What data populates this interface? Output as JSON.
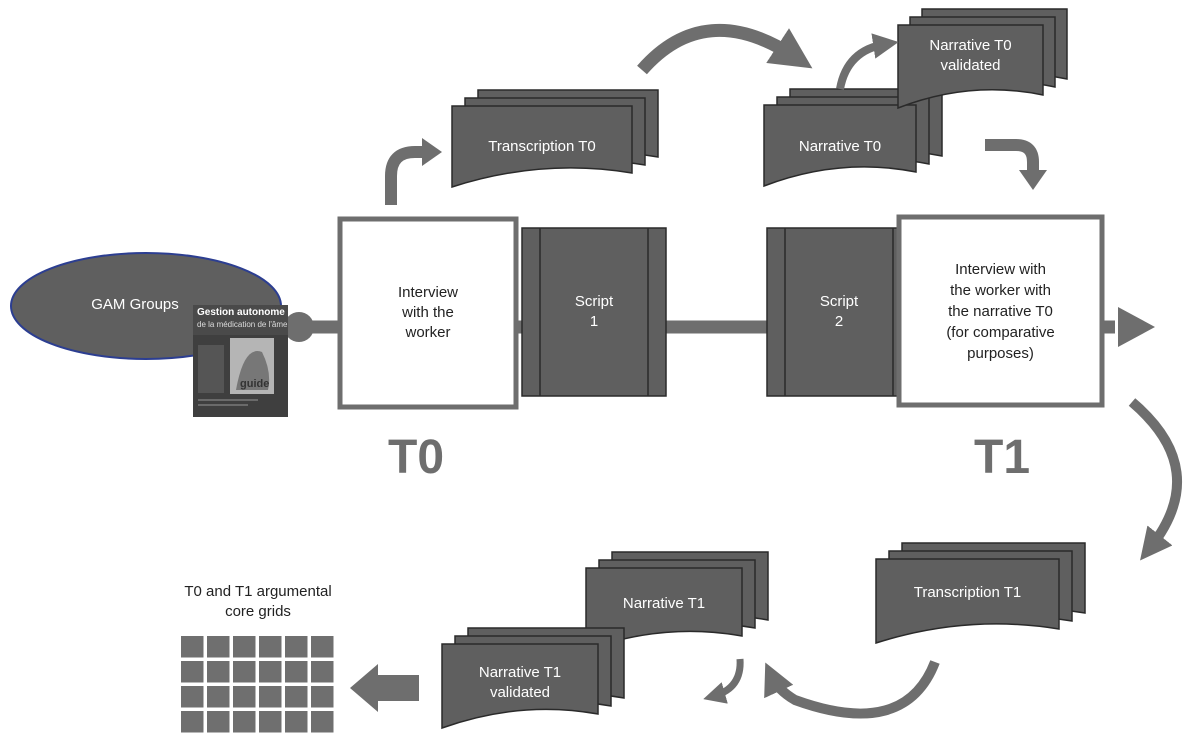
{
  "groups": {
    "label": "GAM Groups"
  },
  "book": {
    "title": "Gestion autonome",
    "subtitle": "de la médication de l'âme",
    "tag": "guide"
  },
  "interview_t0": {
    "label": "Interview\nwith the\nworker"
  },
  "script1": {
    "label": "Script\n1"
  },
  "script2": {
    "label": "Script\n2"
  },
  "interview_t1": {
    "label": "Interview with\nthe worker with\nthe narrative T0\n(for comparative\npurposes)"
  },
  "time_t0": {
    "label": "T0"
  },
  "time_t1": {
    "label": "T1"
  },
  "docs": {
    "transcription_t0": "Transcription T0",
    "narrative_t0": "Narrative T0",
    "narrative_t0_validated": "Narrative T0\nvalidated",
    "transcription_t1": "Transcription T1",
    "narrative_t1": "Narrative T1",
    "narrative_t1_validated": "Narrative T1\nvalidated"
  },
  "grids": {
    "caption": "T0 and T1 argumental\ncore grids"
  },
  "colors": {
    "shape_fill": "#5f5f5f",
    "stroke": "#6e6e6e",
    "ellipse_border": "#2c3e91"
  }
}
